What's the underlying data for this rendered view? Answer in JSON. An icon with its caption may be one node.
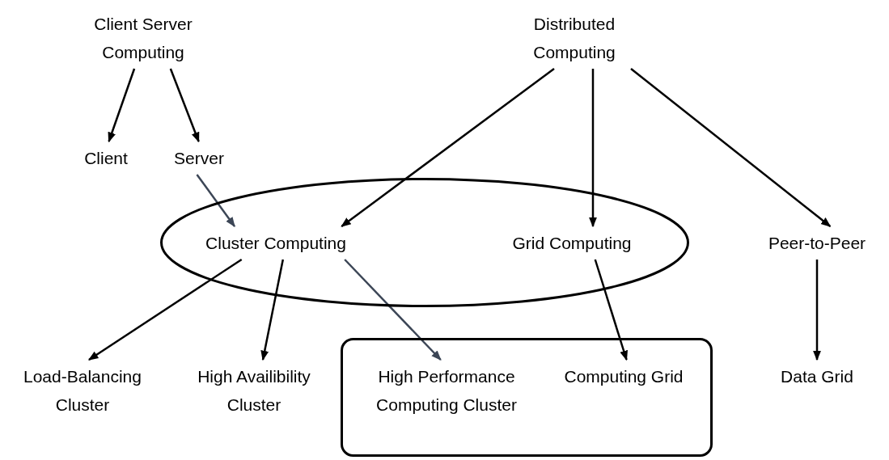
{
  "diagram": {
    "nodes": [
      {
        "text": [
          "Client Server Computing"
        ]
      },
      {
        "text": [
          "Client"
        ]
      },
      {
        "text": [
          "Server"
        ]
      },
      {
        "text": [
          "Distributed Computing"
        ]
      },
      {
        "text": [],
        "shape": "ellipse"
      },
      {
        "text": [
          "Cluster Computing"
        ],
        "in": 4
      },
      {
        "text": [
          "Grid Computing"
        ],
        "in": 4
      },
      {
        "text": [
          "Peer-to-Peer"
        ]
      },
      {
        "text": [
          "Load-Balancing Cluster"
        ]
      },
      {
        "text": [
          "High Availibility Cluster"
        ]
      },
      {
        "text": [],
        "shape": "box"
      },
      {
        "text": [
          "High Performance Computing Cluster"
        ],
        "in": 10
      },
      {
        "text": [
          "Computing Grid"
        ],
        "in": 10
      },
      {
        "text": [
          "Data Grid"
        ]
      }
    ],
    "edges": [
      {
        "from": 0,
        "to": 1,
        "arrow": "to"
      },
      {
        "from": 0,
        "to": 2,
        "arrow": "to"
      },
      {
        "from": 2,
        "to": 5,
        "arrow": "to",
        "color": "#3c4656"
      },
      {
        "from": 3,
        "to": 5,
        "arrow": "to"
      },
      {
        "from": 3,
        "to": 6,
        "arrow": "to"
      },
      {
        "from": 3,
        "to": 7,
        "arrow": "to"
      },
      {
        "from": 5,
        "to": 8,
        "arrow": "to"
      },
      {
        "from": 5,
        "to": 9,
        "arrow": "to"
      },
      {
        "from": 5,
        "to": 11,
        "arrow": "to",
        "color": "#3c4656"
      },
      {
        "from": 6,
        "to": 12,
        "arrow": "to"
      },
      {
        "from": 7,
        "to": 13,
        "arrow": "to"
      }
    ]
  }
}
